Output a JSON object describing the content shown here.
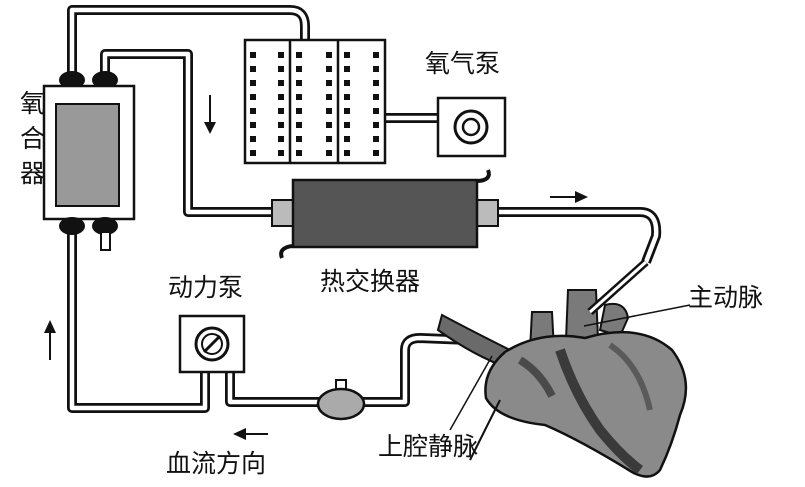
{
  "labels": {
    "oxygenator": "氧合器",
    "oxygen_pump": "氧气泵",
    "heat_exchanger": "热交换器",
    "power_pump": "动力泵",
    "aorta": "主动脉",
    "superior_vena_cava": "上腔静脉",
    "blood_flow_direction": "血流方向"
  },
  "icons": {
    "oxygen_pump": "ring-pump-icon",
    "power_pump": "rotor-pump-icon",
    "arrows": [
      "arrow-down-icon",
      "arrow-right-icon",
      "arrow-up-icon",
      "arrow-left-icon"
    ]
  },
  "colors": {
    "line": "#111111",
    "heat_exchanger_fill": "#555555",
    "oxygenator_window": "#999999",
    "heart_fill": "#8a8a8a",
    "heart_dark": "#4a4a4a"
  }
}
